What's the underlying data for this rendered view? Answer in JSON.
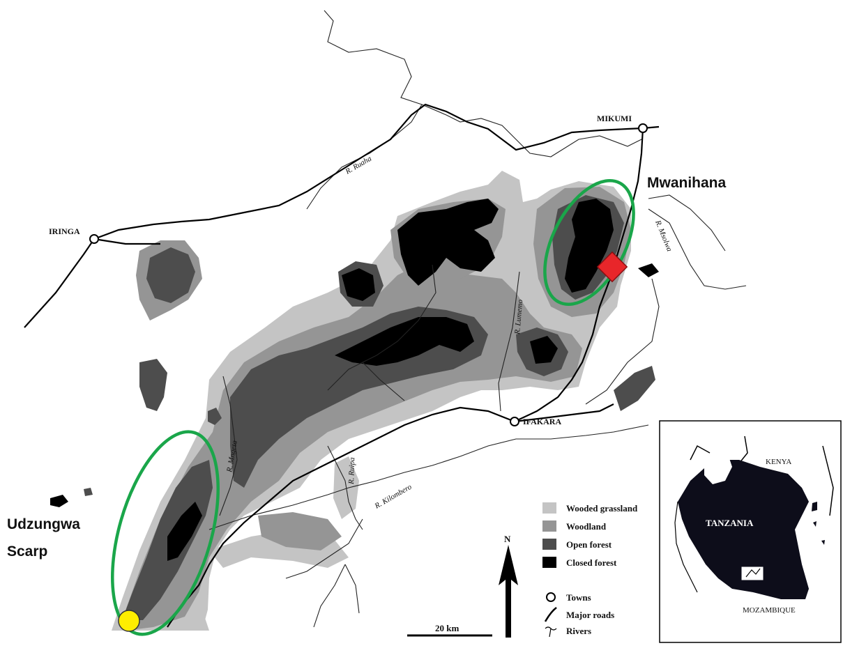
{
  "map": {
    "towns": {
      "mikumi": "MIKUMI",
      "iringa": "IRINGA",
      "ifakara": "IFAKARA"
    },
    "rivers": {
      "ruaha": "R. Ruaha",
      "msolwa": "R. Msolwa",
      "lumemo": "R. Lumemo",
      "mngeta": "R. Mngeta",
      "ruipa": "R. Ruipa",
      "kilombero": "R. Kilombero"
    },
    "sites": {
      "mwanihana": "Mwanihana",
      "udzungwa_line1": "Udzungwa",
      "udzungwa_line2": "Scarp"
    },
    "legend": {
      "vegetation": [
        {
          "label": "Wooded grassland",
          "color": "#c4c4c4"
        },
        {
          "label": "Woodland",
          "color": "#959595"
        },
        {
          "label": "Open forest",
          "color": "#4d4d4d"
        },
        {
          "label": "Closed forest",
          "color": "#000000"
        }
      ],
      "symbols": {
        "towns": "Towns",
        "major_roads": "Major roads",
        "rivers": "Rivers"
      }
    },
    "scale_label": "20 km",
    "north_label": "N",
    "inset": {
      "kenya": "KENYA",
      "tanzania": "TANZANIA",
      "mozambique": "MOZAMBIQUE"
    },
    "colors": {
      "ellipse": "#1aa64a",
      "diamond": "#e8262a",
      "circle": "#ffee00"
    }
  }
}
